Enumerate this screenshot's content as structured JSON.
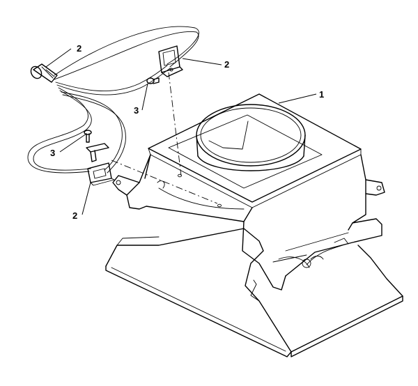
{
  "callouts": [
    {
      "id": "callout-1",
      "label": "1"
    },
    {
      "id": "callout-2-connector",
      "label": "2"
    },
    {
      "id": "callout-2-upper-switch",
      "label": "2"
    },
    {
      "id": "callout-3-upper-screw",
      "label": "3"
    },
    {
      "id": "callout-3-lower-screw",
      "label": "3"
    },
    {
      "id": "callout-2-lower-switch",
      "label": "2"
    }
  ]
}
